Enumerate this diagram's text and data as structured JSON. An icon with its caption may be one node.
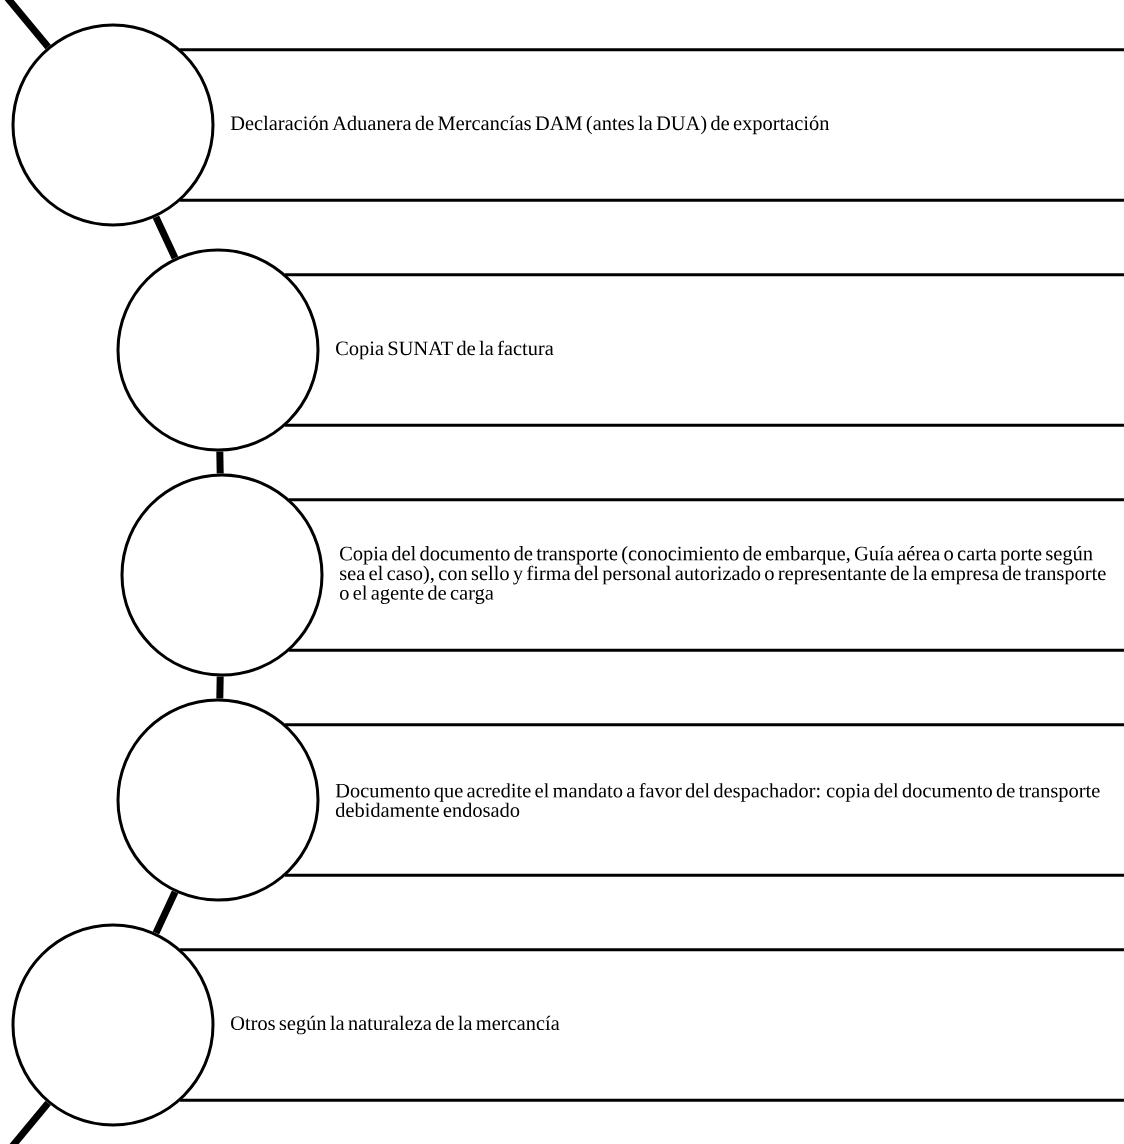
{
  "diagram": {
    "nodes": [
      {
        "text": [],
        "shape": "circle"
      },
      {
        "text": [
          "Declaración Aduanera de Mercancías DAM (antes la DUA) de exportación"
        ]
      },
      {
        "text": [],
        "shape": "circle"
      },
      {
        "text": [
          "Copia SUNAT de la factura"
        ]
      },
      {
        "text": [],
        "shape": "circle"
      },
      {
        "text": [
          "Copia del documento de transporte (conocimiento de embarque, Guía aérea o carta porte según sea el caso), con sello y firma del personal autorizado o representante de la empresa de transporte o el agente de carga"
        ]
      },
      {
        "text": [],
        "shape": "circle"
      },
      {
        "text": [
          "Documento que acredite el mandato a favor del despachador: copia del documento de transporte debidamente endosado"
        ]
      },
      {
        "text": [],
        "shape": "circle"
      },
      {
        "text": [
          "Otros según la naturaleza de la mercancía"
        ]
      }
    ],
    "edges": [
      {
        "from": null,
        "to": 0,
        "arrow": "none"
      },
      {
        "from": 0,
        "to": 2,
        "arrow": "none"
      },
      {
        "from": 2,
        "to": 4,
        "arrow": "none"
      },
      {
        "from": 4,
        "to": 6,
        "arrow": "none"
      },
      {
        "from": 6,
        "to": 8,
        "arrow": "none"
      },
      {
        "from": 8,
        "to": null,
        "arrow": "none"
      }
    ]
  }
}
